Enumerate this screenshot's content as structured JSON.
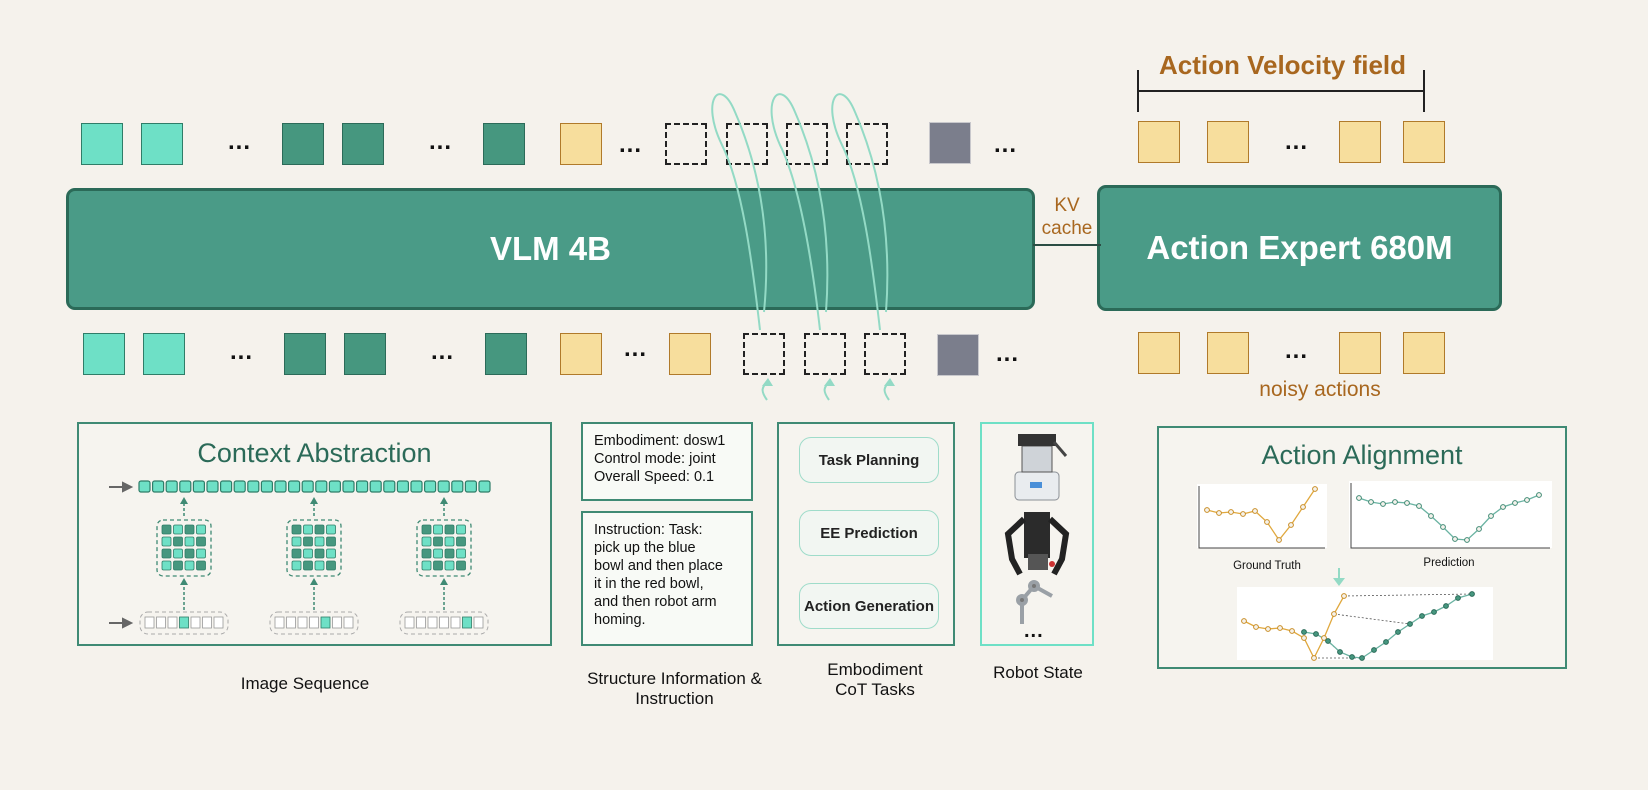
{
  "vlm_label": "VLM 4B",
  "expert_label": "Action Expert 680M",
  "kv_label_line1": "KV",
  "kv_label_line2": "cache",
  "velocity_label": "Action Velocity field",
  "noisy_label": "noisy actions",
  "ellipsis": "...",
  "context_title": "Context Abstraction",
  "image_seq_label": "Image Sequence",
  "structure_label_line1": "Structure Information &",
  "structure_label_line2": "Instruction",
  "embodiment_info": [
    "Embodiment: dosw1",
    "Control mode: joint",
    "Overall Speed: 0.1"
  ],
  "instruction_lines": [
    "Instruction: Task:",
    "pick up the blue",
    "bowl and then place",
    "it in the red bowl,",
    "and then robot arm",
    "homing."
  ],
  "cot_tasks": [
    "Task Planning",
    "EE Prediction",
    "Action Generation"
  ],
  "cot_label_line1": "Embodiment",
  "cot_label_line2": "CoT Tasks",
  "robot_state_label": "Robot State",
  "alignment_title": "Action Alignment",
  "ground_truth_label": "Ground Truth",
  "prediction_label": "Prediction",
  "colors": {
    "teal_block": "#4a9b87",
    "token_light": "#6ee0c6",
    "token_dark": "#46977f",
    "token_yellow": "#f7de9d",
    "accent_orange": "#a8671f"
  }
}
